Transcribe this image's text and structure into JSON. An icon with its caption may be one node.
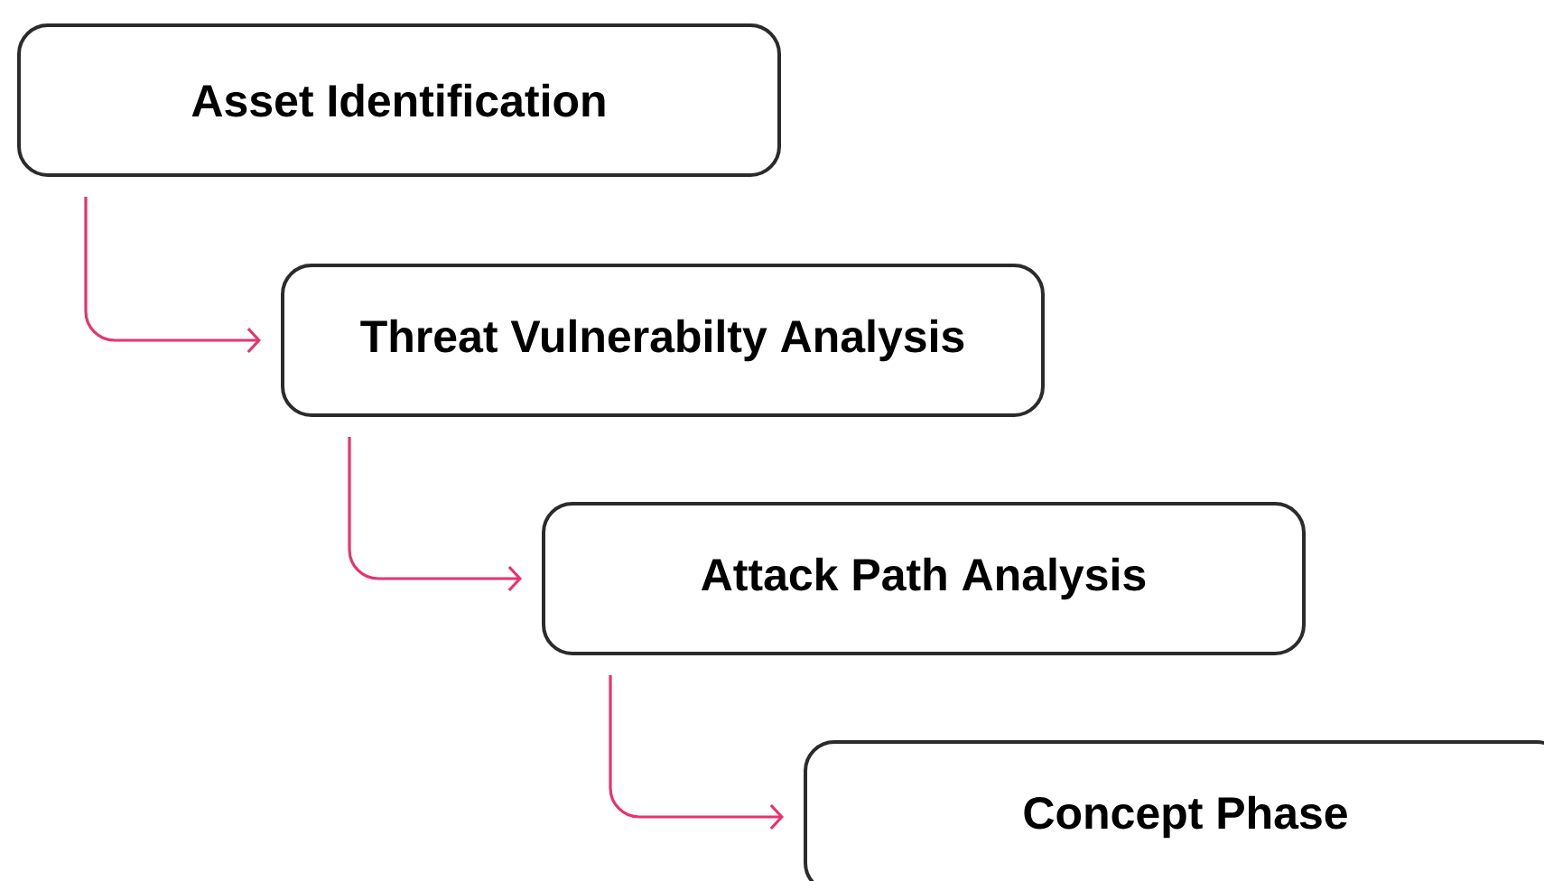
{
  "diagram": {
    "nodes": [
      {
        "text": [
          "Asset Identification"
        ]
      },
      {
        "text": [
          "Threat Vulnerabilty Analysis"
        ]
      },
      {
        "text": [
          "Attack Path Analysis"
        ]
      },
      {
        "text": [
          "Concept Phase"
        ]
      }
    ],
    "edges": [
      {
        "from": 0,
        "to": 1,
        "arrow": "to"
      },
      {
        "from": 1,
        "to": 2,
        "arrow": "to"
      },
      {
        "from": 2,
        "to": 3,
        "arrow": "to"
      }
    ]
  }
}
